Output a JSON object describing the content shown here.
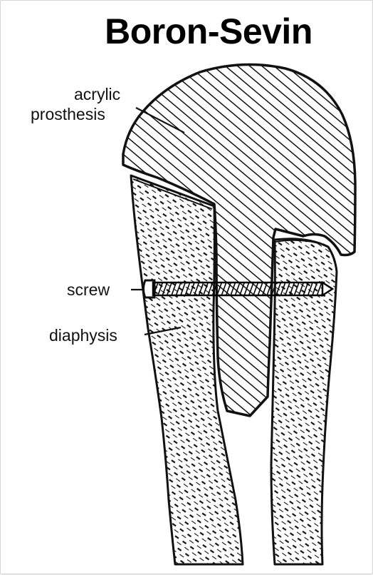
{
  "title": "Boron-Sevin",
  "labels": {
    "acrylic": "acrylic",
    "prosthesis": "prosthesis",
    "screw": "screw",
    "diaphysis": "diaphysis"
  },
  "colors": {
    "ink": "#111111",
    "background": "#ffffff"
  }
}
